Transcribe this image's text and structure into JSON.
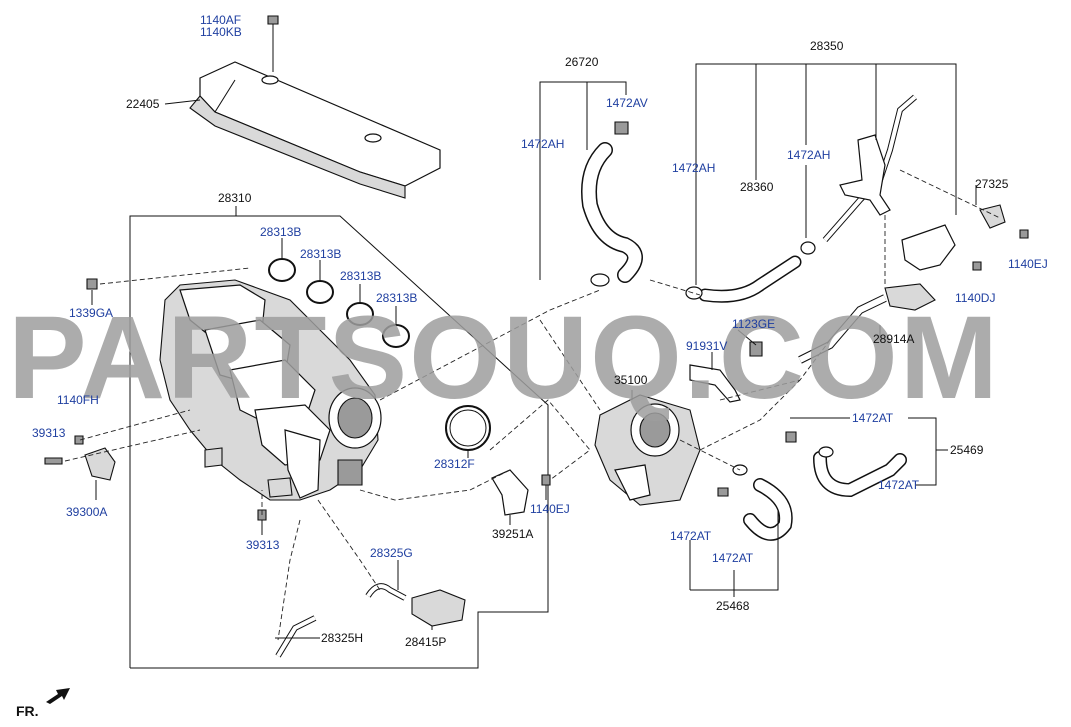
{
  "watermark": "PARTSOUQ.COM",
  "direction_label": "FR.",
  "colors": {
    "label_blue": "#1f3fa0",
    "label_black": "#111111",
    "watermark_gray": "#9e9e9e"
  },
  "labels": {
    "l1140AF": "1140AF",
    "l1140KB": "1140KB",
    "l22405": "22405",
    "l28310": "28310",
    "l28313B_1": "28313B",
    "l28313B_2": "28313B",
    "l28313B_3": "28313B",
    "l28313B_4": "28313B",
    "l1339GA": "1339GA",
    "l1140FH": "1140FH",
    "l39313_1": "39313",
    "l39300A": "39300A",
    "l39313_2": "39313",
    "l28312F": "28312F",
    "l28325G": "28325G",
    "l28325H": "28325H",
    "l28415P": "28415P",
    "l39251A": "39251A",
    "l1140EJ_1": "1140EJ",
    "l26720": "26720",
    "l1472AV": "1472AV",
    "l1472AH_1": "1472AH",
    "l28350": "28350",
    "l1472AH_2": "1472AH",
    "l28360": "28360",
    "l1472AH_3": "1472AH",
    "l27325": "27325",
    "l1140EJ_2": "1140EJ",
    "l1140DJ": "1140DJ",
    "l28914A": "28914A",
    "l1123GE": "1123GE",
    "l91931V": "91931V",
    "l35100": "35100",
    "l1472AT_1": "1472AT",
    "l25469": "25469",
    "l1472AT_2": "1472AT",
    "l1472AT_3": "1472AT",
    "l1472AT_4": "1472AT",
    "l25468": "25468"
  }
}
